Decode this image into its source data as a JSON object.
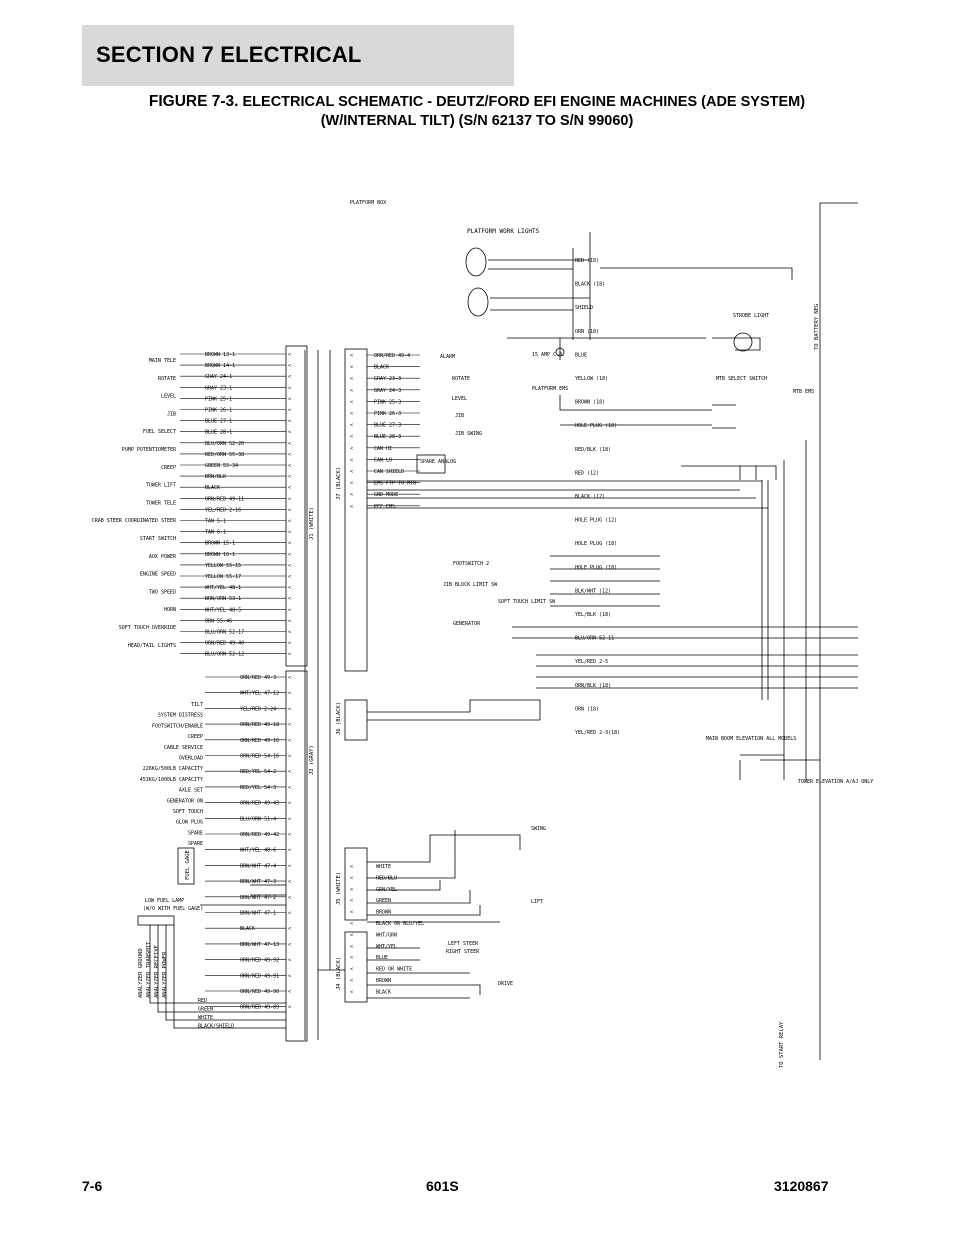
{
  "header": {
    "section_title": "SECTION 7   ELECTRICAL",
    "figure_label": "FIGURE 7-3.",
    "figure_title_line1": "ELECTRICAL SCHEMATIC - DEUTZ/FORD EFI ENGINE MACHINES (ADE SYSTEM)",
    "figure_title_line2": "(W/INTERNAL TILT) (S/N 62137 TO S/N 99060)"
  },
  "footer": {
    "page_number": "7-6",
    "model": "601S",
    "doc_number": "3120867"
  },
  "schematic": {
    "platform_box": "PLATFORM BOX",
    "platform_work_lights": "PLATFORM WORK LIGHTS",
    "strobe_light": "STROBE LIGHT",
    "to_battery_neg": "TO BATTERY NEG",
    "to_start_relay": "TO START RELAY",
    "fuse": "15 AMP C.B.",
    "platform_ems": "PLATFORM EMS",
    "mtb_select_switch": "MTB SELECT SWITCH",
    "mtb_ems": "MTB EMS",
    "alarm": "ALARM",
    "rotate": "ROTATE",
    "level": "LEVEL",
    "jib": "JIB",
    "jib_swing": "JIB SWING",
    "spare_analog": "SPARE ANALOG",
    "footswitch2": "FOOTSWITCH 2",
    "jib_block_limit": "JIB BLOCK LIMIT SW",
    "soft_touch_limit": "SOFT TOUCH LIMIT SW",
    "generator": "GENERATOR",
    "main_boom_elevation": "MAIN BOOM ELEVATION ALL MODELS",
    "tower_elevation": "TOWER ELEVATION A/AJ ONLY",
    "swing": "SWING",
    "lift": "LIFT",
    "left_steer": "LEFT STEER",
    "right_steer": "RIGHT STEER",
    "drive": "DRIVE",
    "low_fuel_lamp": "LOW FUEL LAMP",
    "low_fuel_note": "(W/O WITH FUEL GAGE)",
    "fuel_gage": "FUEL GAGE",
    "connectors": {
      "j1": "J1 (WHITE)",
      "j2": "J2 (GRAY)",
      "j7": "J7 (BLACK)",
      "j6": "J6 (BLACK)",
      "j5": "J5 (WHITE)",
      "j4": "J4 (BLACK)"
    },
    "left_functions_j1": [
      "MAIN TELE",
      "ROTATE",
      "LEVEL",
      "JIB",
      "FUEL SELECT",
      "PUMP POTENTIOMETER",
      "CREEP",
      "TOWER LIFT",
      "TOWER TELE",
      "CRAB STEER COORDINATED STEER",
      "START SWITCH",
      "AUX POWER",
      "ENGINE SPEED",
      "TWO SPEED",
      "HORN",
      "SOFT TOUCH OVERRIDE",
      "HEAD/TAIL LIGHTS"
    ],
    "left_functions_j2": [
      "TILT",
      "SYSTEM DISTRESS",
      "FOOTSWITCH/ENABLE",
      "CREEP",
      "CABLE SERVICE",
      "OVERLOAD",
      "226KG/500LB CAPACITY",
      "453KG/1000LB CAPACITY",
      "AXLE SET",
      "GENERATOR ON",
      "SOFT TOUCH",
      "GLOW PLUG",
      "SPARE",
      "SPARE"
    ],
    "wires_j1": [
      "BROWN 13-1",
      "BROWN 14-1",
      "GRAY 24-1",
      "GRAY 23-1",
      "PINK 25-1",
      "PINK 26-1",
      "BLUE 27-1",
      "BLUE 28-1",
      "BLU/ORN 52-20",
      "RED/ORN 55-38",
      "GREEN 55-34",
      "BRN/BLK",
      "BLACK",
      "ORN/RED 49-11",
      "YEL/RED 2-16",
      "TAN 5-1",
      "TAN 6-1",
      "BROWN 15-1",
      "BROWN 16-1",
      "YELLOW 55-15",
      "YELLOW 55-17",
      "WHT/YEL 48-1",
      "BRN/ORN 53-1",
      "WHT/YEL 48-5",
      "ORN 55-46",
      "BLU/ORN 52-17",
      "ORN/RED 49-40",
      "BLU/ORN 52-12"
    ],
    "wires_j2": [
      "ORN/RED 49-3",
      "WHT/YEL 47-12",
      "YEL/RED 2-24",
      "ORN/RED 49-18",
      "ORN/RED 49-16",
      "ORN/RED 54-16",
      "RED/YEL 54-2",
      "RED/YEL 54-3",
      "ORN/RED 49-43",
      "BLU/ORN 51-4",
      "ORN/RED 49-42",
      "WHT/YEL 48-6",
      "BRN/WHT 47-4",
      "BRN/WHT 47-3",
      "BRN/WHT 47-2",
      "BRN/WHT 47-1",
      "BLACK",
      "BRN/WHT 47-13",
      "ORN/RED 49-92",
      "ORN/RED 49-91",
      "ORN/RED 49-90",
      "ORN/RED 49-89"
    ],
    "wires_j7": [
      "ORN/RED 49-4",
      "BLACK",
      "GRAY 23-3",
      "GRAY 24-3",
      "PINK 25-3",
      "PINK 26-3",
      "BLUE 27-3",
      "BLUE 28-3",
      "CAN HI",
      "CAN LO",
      "CAN SHIELD",
      "EMS FTP TO MTB",
      "GND MODE",
      "PFF EMS"
    ],
    "wires_right": [
      "RED (18)",
      "BLACK (18)",
      "SHIELD",
      "ORN (18)",
      "BLUE",
      "YELLOW (18)",
      "BROWN (18)",
      "HOLE PLUG (18)",
      "RED/BLK (18)",
      "RED (12)",
      "BLACK (12)",
      "HOLE PLUG (12)",
      "HOLE PLUG (18)",
      "HOLE PLUG (18)",
      "BLK/WHT (12)",
      "YEL/BLK (18)",
      "BLU/ORN 52-11",
      "YEL/RED 2-5",
      "ORN/BLK (18)",
      "ORN (18)",
      "YEL/RED 2-3(18)"
    ],
    "wires_j5_j4": [
      "WHITE",
      "RED/BLU",
      "GRN/YEL",
      "GREEN",
      "BROWN",
      "BLACK OR BLU/YEL",
      "WHT/GRN",
      "WHT/YEL",
      "BLUE",
      "RED OR WHITE",
      "BROWN",
      "BLACK"
    ],
    "analyzer_pins": [
      "ANALYZER GROUND",
      "ANALYZER TRANSMIT",
      "ANALYZER RECEIVE",
      "ANALYZER POWER"
    ],
    "analyzer_wires": [
      "RED",
      "GREEN",
      "WHITE",
      "BLACK/SHIELD"
    ]
  }
}
